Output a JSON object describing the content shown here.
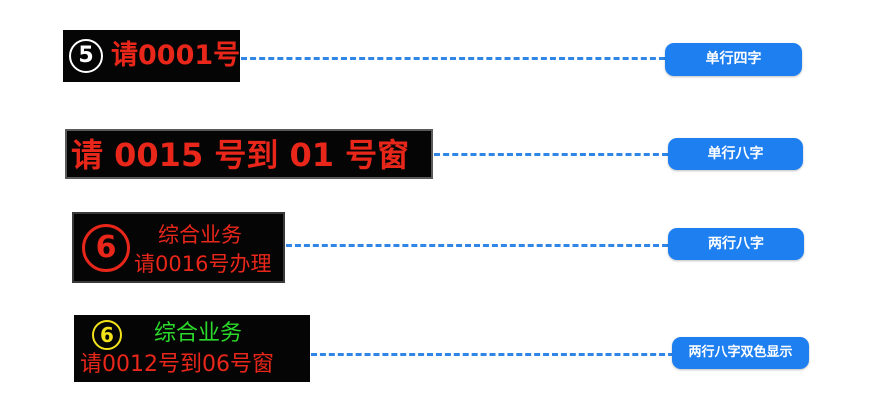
{
  "signs": [
    {
      "badge": "5",
      "text": "请0001号",
      "label": "单行四字"
    },
    {
      "text": "请 0015 号到 01 号窗",
      "label": "单行八字"
    },
    {
      "badge": "6",
      "line1": "综合业务",
      "line2": "请0016号办理",
      "label": "两行八字"
    },
    {
      "badge": "6",
      "line1": "综合业务",
      "line2": "请0012号到06号窗",
      "label": "两行八字双色显示"
    }
  ],
  "colors": {
    "led_red": "#e8261a",
    "led_green": "#2bd92b",
    "led_yellow": "#f2e21a",
    "pill_blue": "#1e7ff0",
    "dash_blue": "#2f86e6"
  }
}
